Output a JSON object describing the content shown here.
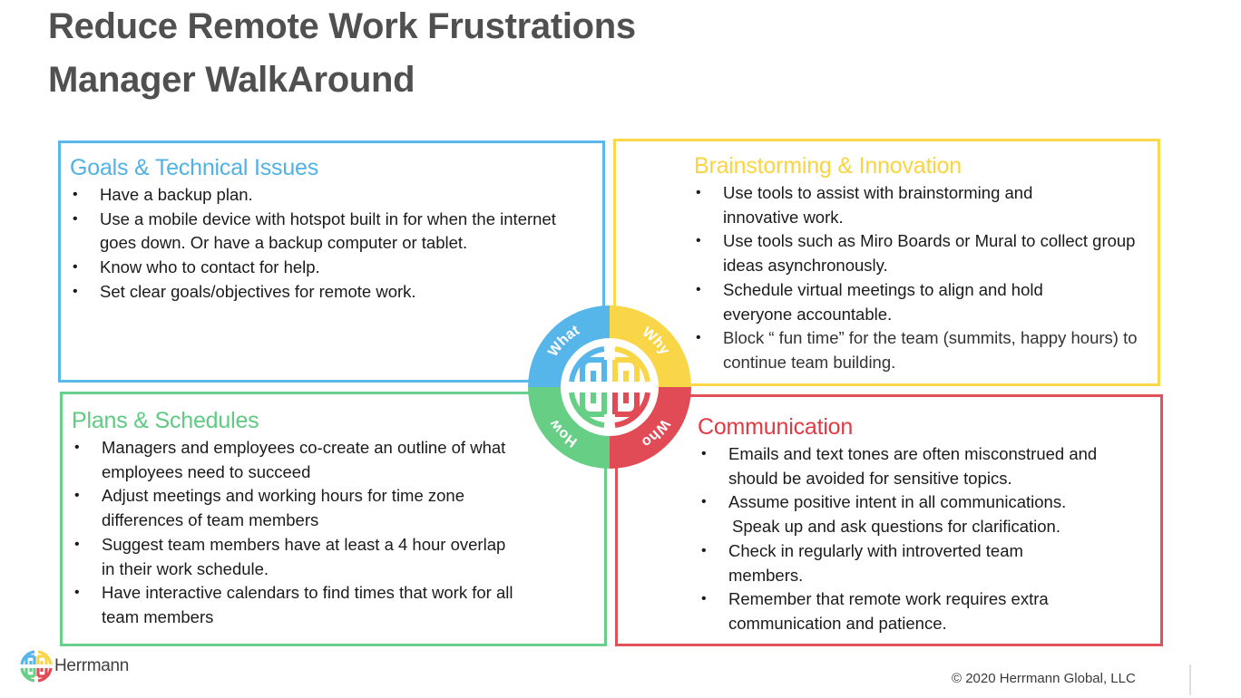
{
  "header": {
    "title_line1": "Reduce Remote Work Frustrations",
    "title_line2": "Manager WalkAround"
  },
  "quadrants": {
    "goals": {
      "heading": "Goals & Technical Issues",
      "color": "#4fb1e6",
      "items": [
        "Have a backup plan.",
        " Use a mobile device with hotspot built in for when the internet goes down. Or have a  backup computer or tablet.",
        "Know who to contact for help.",
        "Set clear goals/objectives for remote work."
      ]
    },
    "brainstorming": {
      "heading": "Brainstorming & Innovation",
      "color": "#f9d440",
      "items": [
        "Use tools to assist with brainstorming and innovative work.",
        "Use tools such as Miro Boards or Mural to collect group ideas asynchronously.",
        "Schedule virtual meetings to align and hold everyone accountable.",
        "Block “ fun time” for the team (summits, happy hours) to continue team building."
      ]
    },
    "plans": {
      "heading": "Plans & Schedules",
      "color": "#5fca82",
      "items": [
        "Managers and employees co-create an outline of what employees need to succeed",
        "Adjust meetings and working hours for time zone differences of team members",
        "Suggest team members have at least a 4 hour overlap in their work schedule.",
        "Have interactive calendars to find times that work for all team members"
      ]
    },
    "communication": {
      "heading": "Communication",
      "color": "#e03a43",
      "items": [
        "Emails and text tones are often misconstrued and should be avoided for sensitive topics.",
        "Assume positive intent in all communications.",
        "Speak up and ask questions for clarification.",
        "Check in regularly with introverted team members.",
        "Remember that remote work requires extra communication and patience."
      ]
    }
  },
  "wheel": {
    "labels": {
      "top_left": "What",
      "top_right": "Why",
      "bottom_left": "How",
      "bottom_right": "Who"
    },
    "colors": {
      "blue": "#56b5e9",
      "yellow": "#f9d548",
      "green": "#66cf85",
      "red": "#e14b55"
    }
  },
  "footer": {
    "logo_text": "Herrmann",
    "copyright": "© 2020 Herrmann Global, LLC"
  }
}
